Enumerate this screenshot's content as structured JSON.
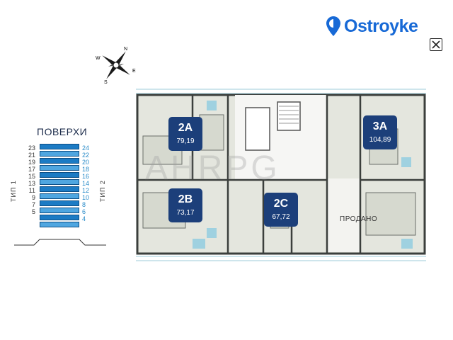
{
  "brand": {
    "name": "Ostroyke"
  },
  "close": {
    "symbol": "✕"
  },
  "compass": {
    "labels": [
      "N",
      "E",
      "S",
      "W"
    ]
  },
  "floors": {
    "title": "ПОВЕРХИ",
    "left_numbers": [
      "23",
      "21",
      "19",
      "17",
      "15",
      "13",
      "11",
      "9",
      "7",
      "5"
    ],
    "right_numbers": [
      "24",
      "22",
      "20",
      "18",
      "16",
      "14",
      "12",
      "10",
      "8",
      "6",
      "4"
    ],
    "left_label": "ТИП 1",
    "right_label": "ТИП 2"
  },
  "apartments": [
    {
      "code": "2A",
      "area": "79,19"
    },
    {
      "code": "3A",
      "area": "104,89"
    },
    {
      "code": "2B",
      "area": "73,17"
    },
    {
      "code": "2C",
      "area": "67,72"
    }
  ],
  "sold_label": "ПРОДАНО",
  "watermark": "AHRPG",
  "colors": {
    "brand": "#1769d6",
    "badge": "#1c3f7a",
    "tower": "#1c7bc4",
    "plan_bg": "#e4e6de"
  }
}
